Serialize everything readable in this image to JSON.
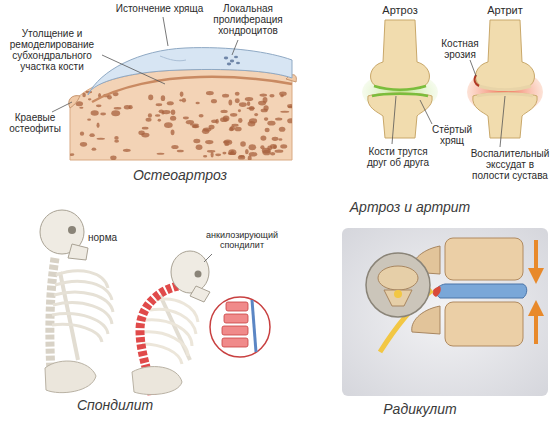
{
  "diagram": {
    "labels": [
      "Истончение хряща",
      "Локальная пролиферация хондроцитов",
      "Утолщение и ремоделирование субхондрального участка кости",
      "Краевые остеофиты",
      "Остеоартроз",
      "Артроз",
      "Артрит",
      "Костная эрозия",
      "Стёртый хрящ",
      "Кости трутся друг об друга",
      "Воспалительный экссудат в полости сустава",
      "Артроз и артрит",
      "норма",
      "анкилозирующий спондилит",
      "Спондилит",
      "Радикулит"
    ]
  }
}
